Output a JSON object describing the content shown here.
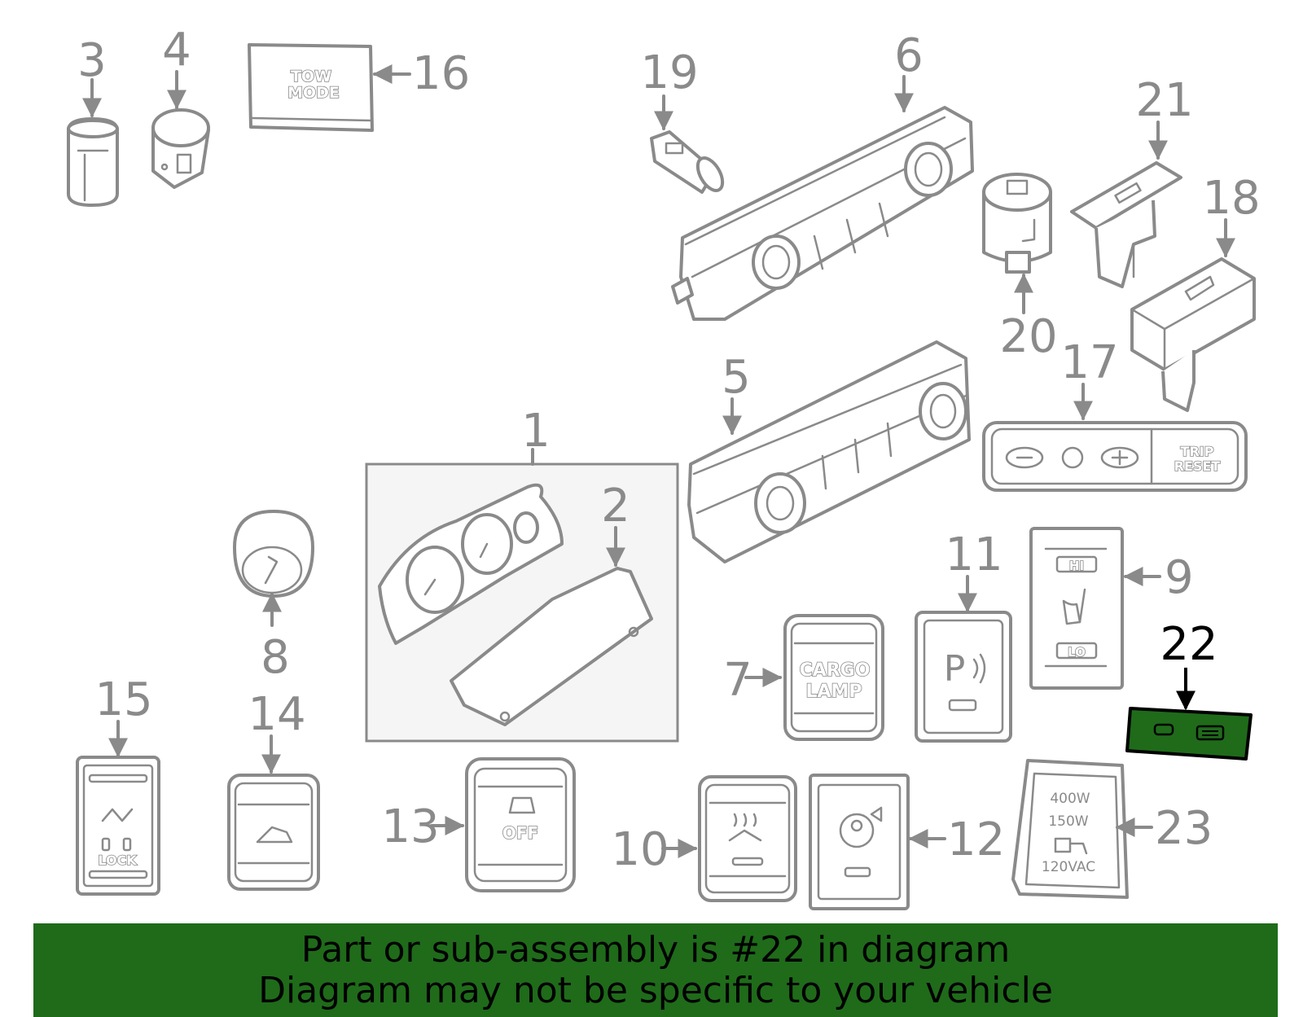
{
  "diagram": {
    "callouts": [
      "1",
      "2",
      "3",
      "4",
      "5",
      "6",
      "7",
      "8",
      "9",
      "10",
      "11",
      "12",
      "13",
      "14",
      "15",
      "16",
      "17",
      "18",
      "19",
      "20",
      "21",
      "22",
      "23"
    ],
    "highlighted_part": "22",
    "highlight_color": "#1f6b1a",
    "part_labels": {
      "tow_mode": [
        "TOW",
        "MODE"
      ],
      "trip_reset": [
        "TRIP",
        "RESET"
      ],
      "cargo_lamp": [
        "CARGO",
        "LAMP"
      ],
      "seat_heat_hi": "HI",
      "seat_heat_lo": "LO",
      "traction_off": "OFF",
      "lock": "LOCK",
      "inverter": [
        "400W",
        "150W",
        "120VAC"
      ]
    }
  },
  "banner": {
    "line1": "Part or sub-assembly is #22 in diagram",
    "line2": "Diagram may not be specific to your vehicle",
    "background": "#1f6b1a"
  }
}
